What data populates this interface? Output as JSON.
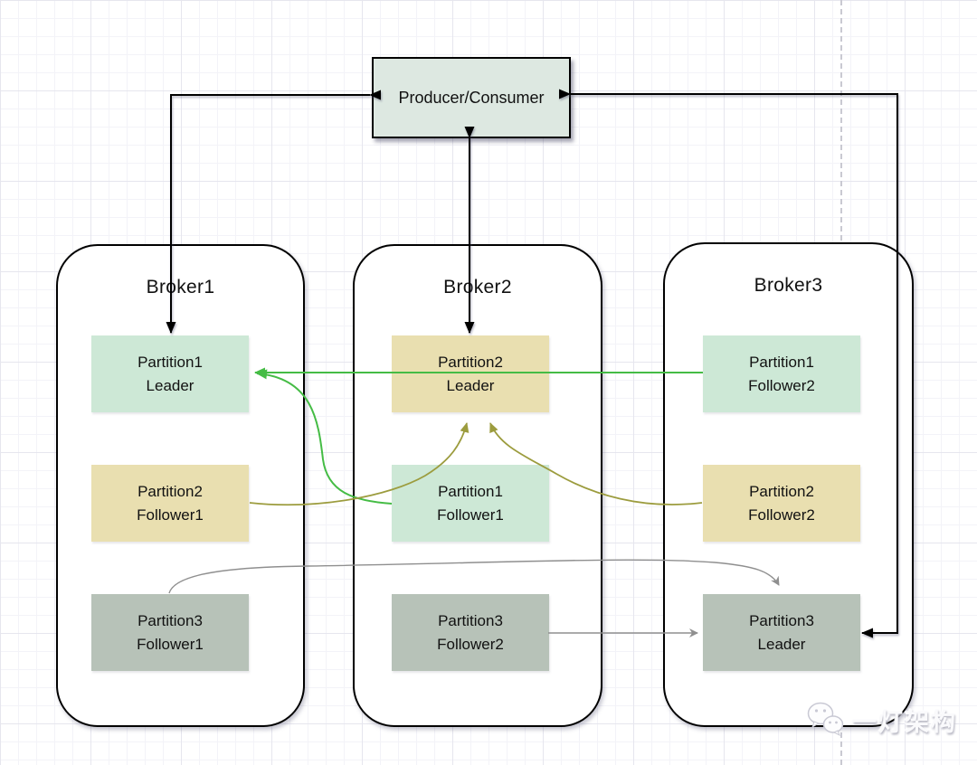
{
  "diagram": {
    "producer_consumer": {
      "label": "Producer/Consumer"
    },
    "brokers": [
      {
        "title": "Broker1",
        "partitions": [
          {
            "line1": "Partition1",
            "line2": "Leader",
            "role": "leader",
            "fill": "#cde8d6"
          },
          {
            "line1": "Partition2",
            "line2": "Follower1",
            "role": "follower",
            "fill": "#e9dfb0"
          },
          {
            "line1": "Partition3",
            "line2": "Follower1",
            "role": "follower",
            "fill": "#b7c2b8"
          }
        ]
      },
      {
        "title": "Broker2",
        "partitions": [
          {
            "line1": "Partition2",
            "line2": "Leader",
            "role": "leader",
            "fill": "#e9dfb0"
          },
          {
            "line1": "Partition1",
            "line2": "Follower1",
            "role": "follower",
            "fill": "#cde8d6"
          },
          {
            "line1": "Partition3",
            "line2": "Follower2",
            "role": "follower",
            "fill": "#b7c2b8"
          }
        ]
      },
      {
        "title": "Broker3",
        "partitions": [
          {
            "line1": "Partition1",
            "line2": "Follower2",
            "role": "follower",
            "fill": "#cde8d6"
          },
          {
            "line1": "Partition2",
            "line2": "Follower2",
            "role": "follower",
            "fill": "#e9dfb0"
          },
          {
            "line1": "Partition3",
            "line2": "Leader",
            "role": "leader",
            "fill": "#b7c2b8"
          }
        ]
      }
    ],
    "connections": [
      {
        "from": "Producer/Consumer",
        "to": "Partition1 Leader (Broker1)",
        "color": "black",
        "bidirectional": true
      },
      {
        "from": "Producer/Consumer",
        "to": "Partition2 Leader (Broker2)",
        "color": "black",
        "bidirectional": true
      },
      {
        "from": "Producer/Consumer",
        "to": "Partition3 Leader (Broker3)",
        "color": "black",
        "bidirectional": true
      },
      {
        "from": "Partition1 Follower1 (Broker2)",
        "to": "Partition1 Leader (Broker1)",
        "color": "green"
      },
      {
        "from": "Partition1 Follower2 (Broker3)",
        "to": "Partition1 Leader (Broker1)",
        "color": "green"
      },
      {
        "from": "Partition2 Follower1 (Broker1)",
        "to": "Partition2 Leader (Broker2)",
        "color": "olive"
      },
      {
        "from": "Partition2 Follower2 (Broker3)",
        "to": "Partition2 Leader (Broker2)",
        "color": "olive"
      },
      {
        "from": "Partition3 Follower1 (Broker1)",
        "to": "Partition3 Leader (Broker3)",
        "color": "gray"
      },
      {
        "from": "Partition3 Follower2 (Broker2)",
        "to": "Partition3 Leader (Broker3)",
        "color": "gray"
      }
    ],
    "colors": {
      "arrow_black": "#000000",
      "arrow_green": "#45bc45",
      "arrow_olive": "#9c9c3e",
      "arrow_gray": "#8f8f8f",
      "producer_fill": "#dde8e1",
      "partition_green": "#cde8d6",
      "partition_tan": "#e9dfb0",
      "partition_gray": "#b7c2b8"
    },
    "watermark": {
      "text": "一灯架构"
    }
  }
}
